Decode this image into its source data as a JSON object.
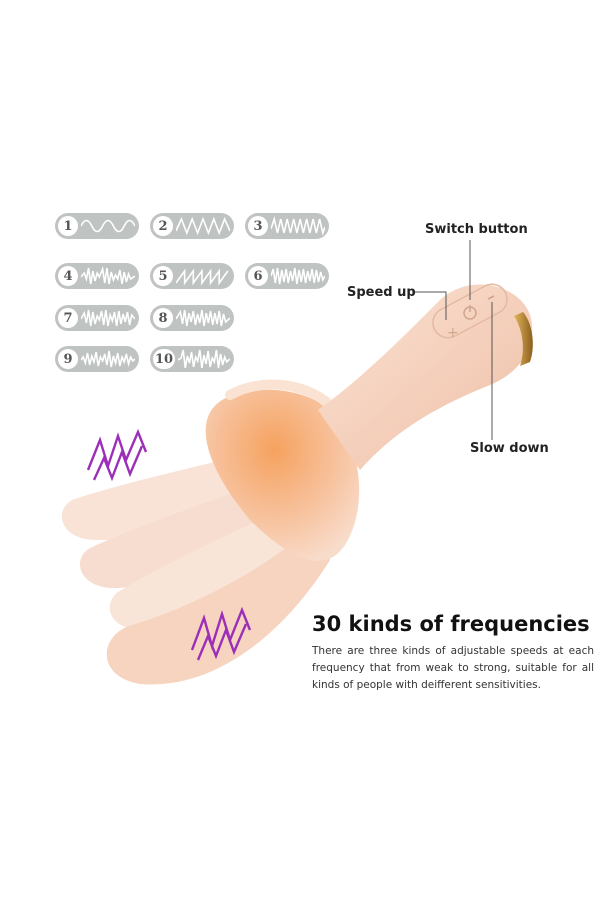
{
  "frequency_modes": [
    {
      "number": "1",
      "pattern": "sine"
    },
    {
      "number": "2",
      "pattern": "zigzag"
    },
    {
      "number": "3",
      "pattern": "dense-zigzag"
    },
    {
      "number": "4",
      "pattern": "burst"
    },
    {
      "number": "5",
      "pattern": "ramp"
    },
    {
      "number": "6",
      "pattern": "dense-burst"
    },
    {
      "number": "7",
      "pattern": "burst-2"
    },
    {
      "number": "8",
      "pattern": "burst-3"
    },
    {
      "number": "9",
      "pattern": "noise"
    },
    {
      "number": "10",
      "pattern": "spikes"
    }
  ],
  "callouts": {
    "switch_button": "Switch button",
    "speed_up": "Speed up",
    "slow_down": "Slow down"
  },
  "headline": "30 kinds of frequencies",
  "description": "There are three kinds of adjustable speeds at each frequency that from weak to strong, suitable for all kinds of people with deifferent sensitivities.",
  "colors": {
    "badge": "#bfc3c1",
    "product_skin": "#f6d2bf",
    "product_inner": "#f4a76d",
    "vibration_icon": "#9b2fb7",
    "accent_gold": "#c89a3a"
  }
}
